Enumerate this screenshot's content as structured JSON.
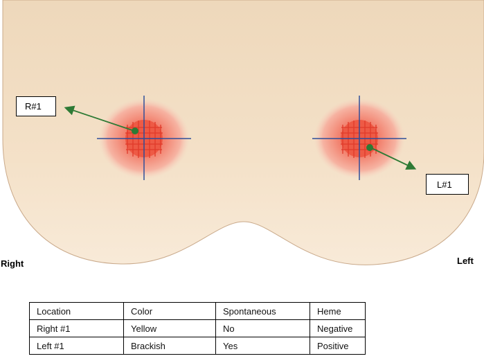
{
  "labels": {
    "right_side": "Right",
    "left_side": "Left",
    "callout_right": "R#1",
    "callout_left": "L#1"
  },
  "colors": {
    "skin": "#f2dcc0",
    "areola": "#f07060",
    "crosshair": "#2f4e9a",
    "arrow": "#2e7a35"
  },
  "table": {
    "headers": [
      "Location",
      "Color",
      "Spontaneous",
      "Heme"
    ],
    "rows": [
      [
        "Right #1",
        "Yellow",
        "No",
        "Negative"
      ],
      [
        "Left #1",
        "Brackish",
        "Yes",
        "Positive"
      ]
    ]
  }
}
